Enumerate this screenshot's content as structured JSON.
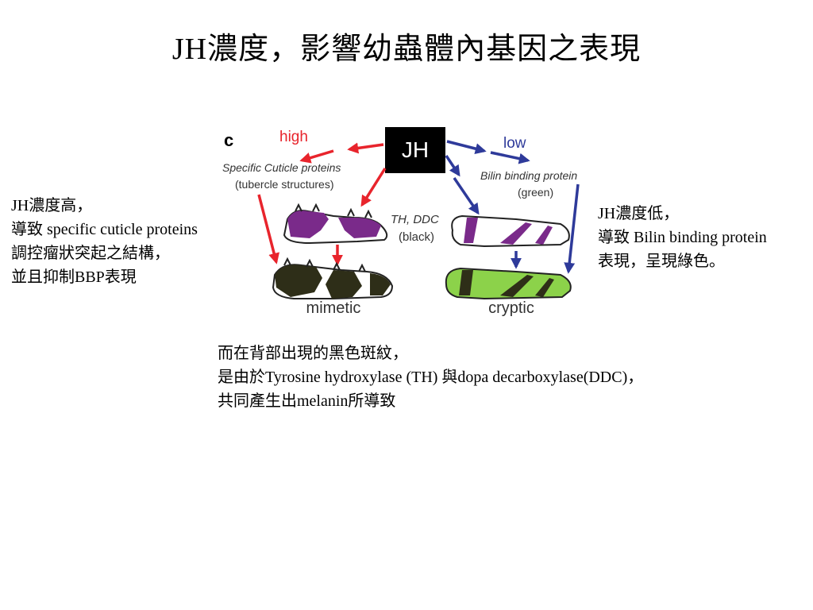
{
  "title": "JH濃度，影響幼蟲體內基因之表現",
  "left_note": {
    "lines": [
      "JH濃度高，",
      "導致 specific cuticle proteins",
      "調控瘤狀突起之結構，",
      "並且抑制BBP表現"
    ]
  },
  "right_note": {
    "lines": [
      "JH濃度低，",
      "導致 Bilin binding protein",
      "表現，呈現綠色。"
    ]
  },
  "bottom_note": {
    "lines": [
      "而在背部出現的黑色斑紋，",
      "是由於Tyrosine hydroxylase (TH) 與dopa decarboxylase(DDC)，",
      "共同產生出melanin所導致"
    ]
  },
  "diagram": {
    "panel_label": "c",
    "center_label": "JH",
    "high_label": "high",
    "low_label": "low",
    "cuticle_label_1": "Specific Cuticle proteins",
    "cuticle_label_2": "(tubercle structures)",
    "bilin_label_1": "Bilin binding protein",
    "bilin_label_2": "(green)",
    "th_label_1": "TH, DDC",
    "th_label_2": "(black)",
    "mimetic_label": "mimetic",
    "cryptic_label": "cryptic",
    "colors": {
      "high_arrow": "#e8242c",
      "low_arrow": "#2e3a9a",
      "purple": "#7a2a8a",
      "dark": "#2e2e18",
      "green": "#8cd24a",
      "jh_box": "#000000"
    }
  }
}
